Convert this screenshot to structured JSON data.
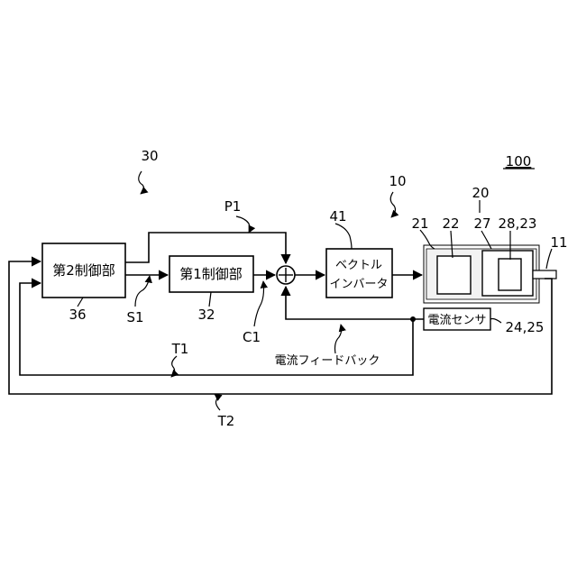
{
  "labels": {
    "ref_30": "30",
    "ref_100": "100",
    "ref_10": "10",
    "ref_20": "20",
    "ref_41": "41",
    "ref_21": "21",
    "ref_22": "22",
    "ref_27": "27",
    "ref_28_23": "28,23",
    "ref_11": "11",
    "ref_P1": "P1",
    "ref_S1": "S1",
    "ref_36": "36",
    "ref_32": "32",
    "ref_C1": "C1",
    "ref_T1": "T1",
    "ref_T2": "T2",
    "ref_24_25": "24,25"
  },
  "blocks": {
    "second_controller": "第2制御部",
    "first_controller": "第1制御部",
    "vector_inverter_line1": "ベクトル",
    "vector_inverter_line2": "インバータ",
    "current_sensor": "電流センサ"
  },
  "annotations": {
    "current_feedback": "電流フィードバック"
  }
}
